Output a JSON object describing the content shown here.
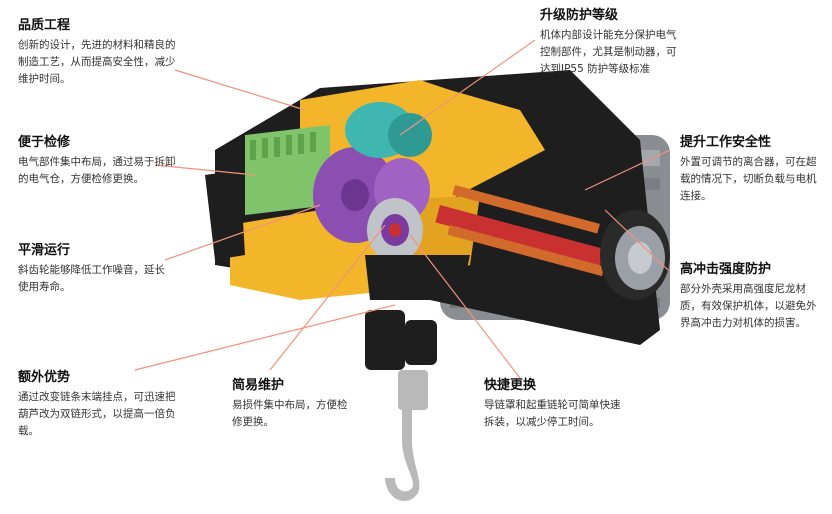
{
  "callouts": {
    "quality": {
      "title": "品质工程",
      "text": "创新的设计，先进的材料和精良的制造工艺，从而提高安全性，减少维护时间。"
    },
    "inspection": {
      "title": "便于检修",
      "text": "电气部件集中布局，通过易于拆卸的电气仓，方便检修更换。"
    },
    "smooth": {
      "title": "平滑运行",
      "text": "斜齿轮能够降低工作噪音，延长使用寿命。"
    },
    "extra": {
      "title": "额外优势",
      "text": "通过改变链条末端挂点，可迅速把葫芦改为双链形式，以提高一倍负载。"
    },
    "maintenance": {
      "title": "简易维护",
      "text": "易损件集中布局，方便检修更换。"
    },
    "quick": {
      "title": "快捷更换",
      "text": "导链罩和起重链轮可简单快速拆装，以减少停工时间。"
    },
    "protection": {
      "title": "升级防护等级",
      "text": "机体内部设计能充分保护电气控制部件，尤其是制动器，可达到IP55 防护等级标准"
    },
    "lift_safety": {
      "title": "提升工作安全性",
      "text": "外置可调节的离合器，可在超载的情况下，切断负载与电机连接。"
    },
    "impact": {
      "title": "高冲击强度防护",
      "text": "部分外壳采用高强度尼龙材质，有效保护机体，以避免外界高冲击力对机体的损害。"
    }
  },
  "colors": {
    "leader_line": "#f0937a",
    "housing_yellow": "#f3b52a",
    "housing_black": "#1e1e1e",
    "motor_gray": "#8a8d92",
    "circuit_green": "#7fc46a",
    "gear_purple": "#8a4fb0",
    "teal": "#3fb7b0",
    "red": "#c8312f",
    "hook_gray": "#b9b9b9"
  }
}
